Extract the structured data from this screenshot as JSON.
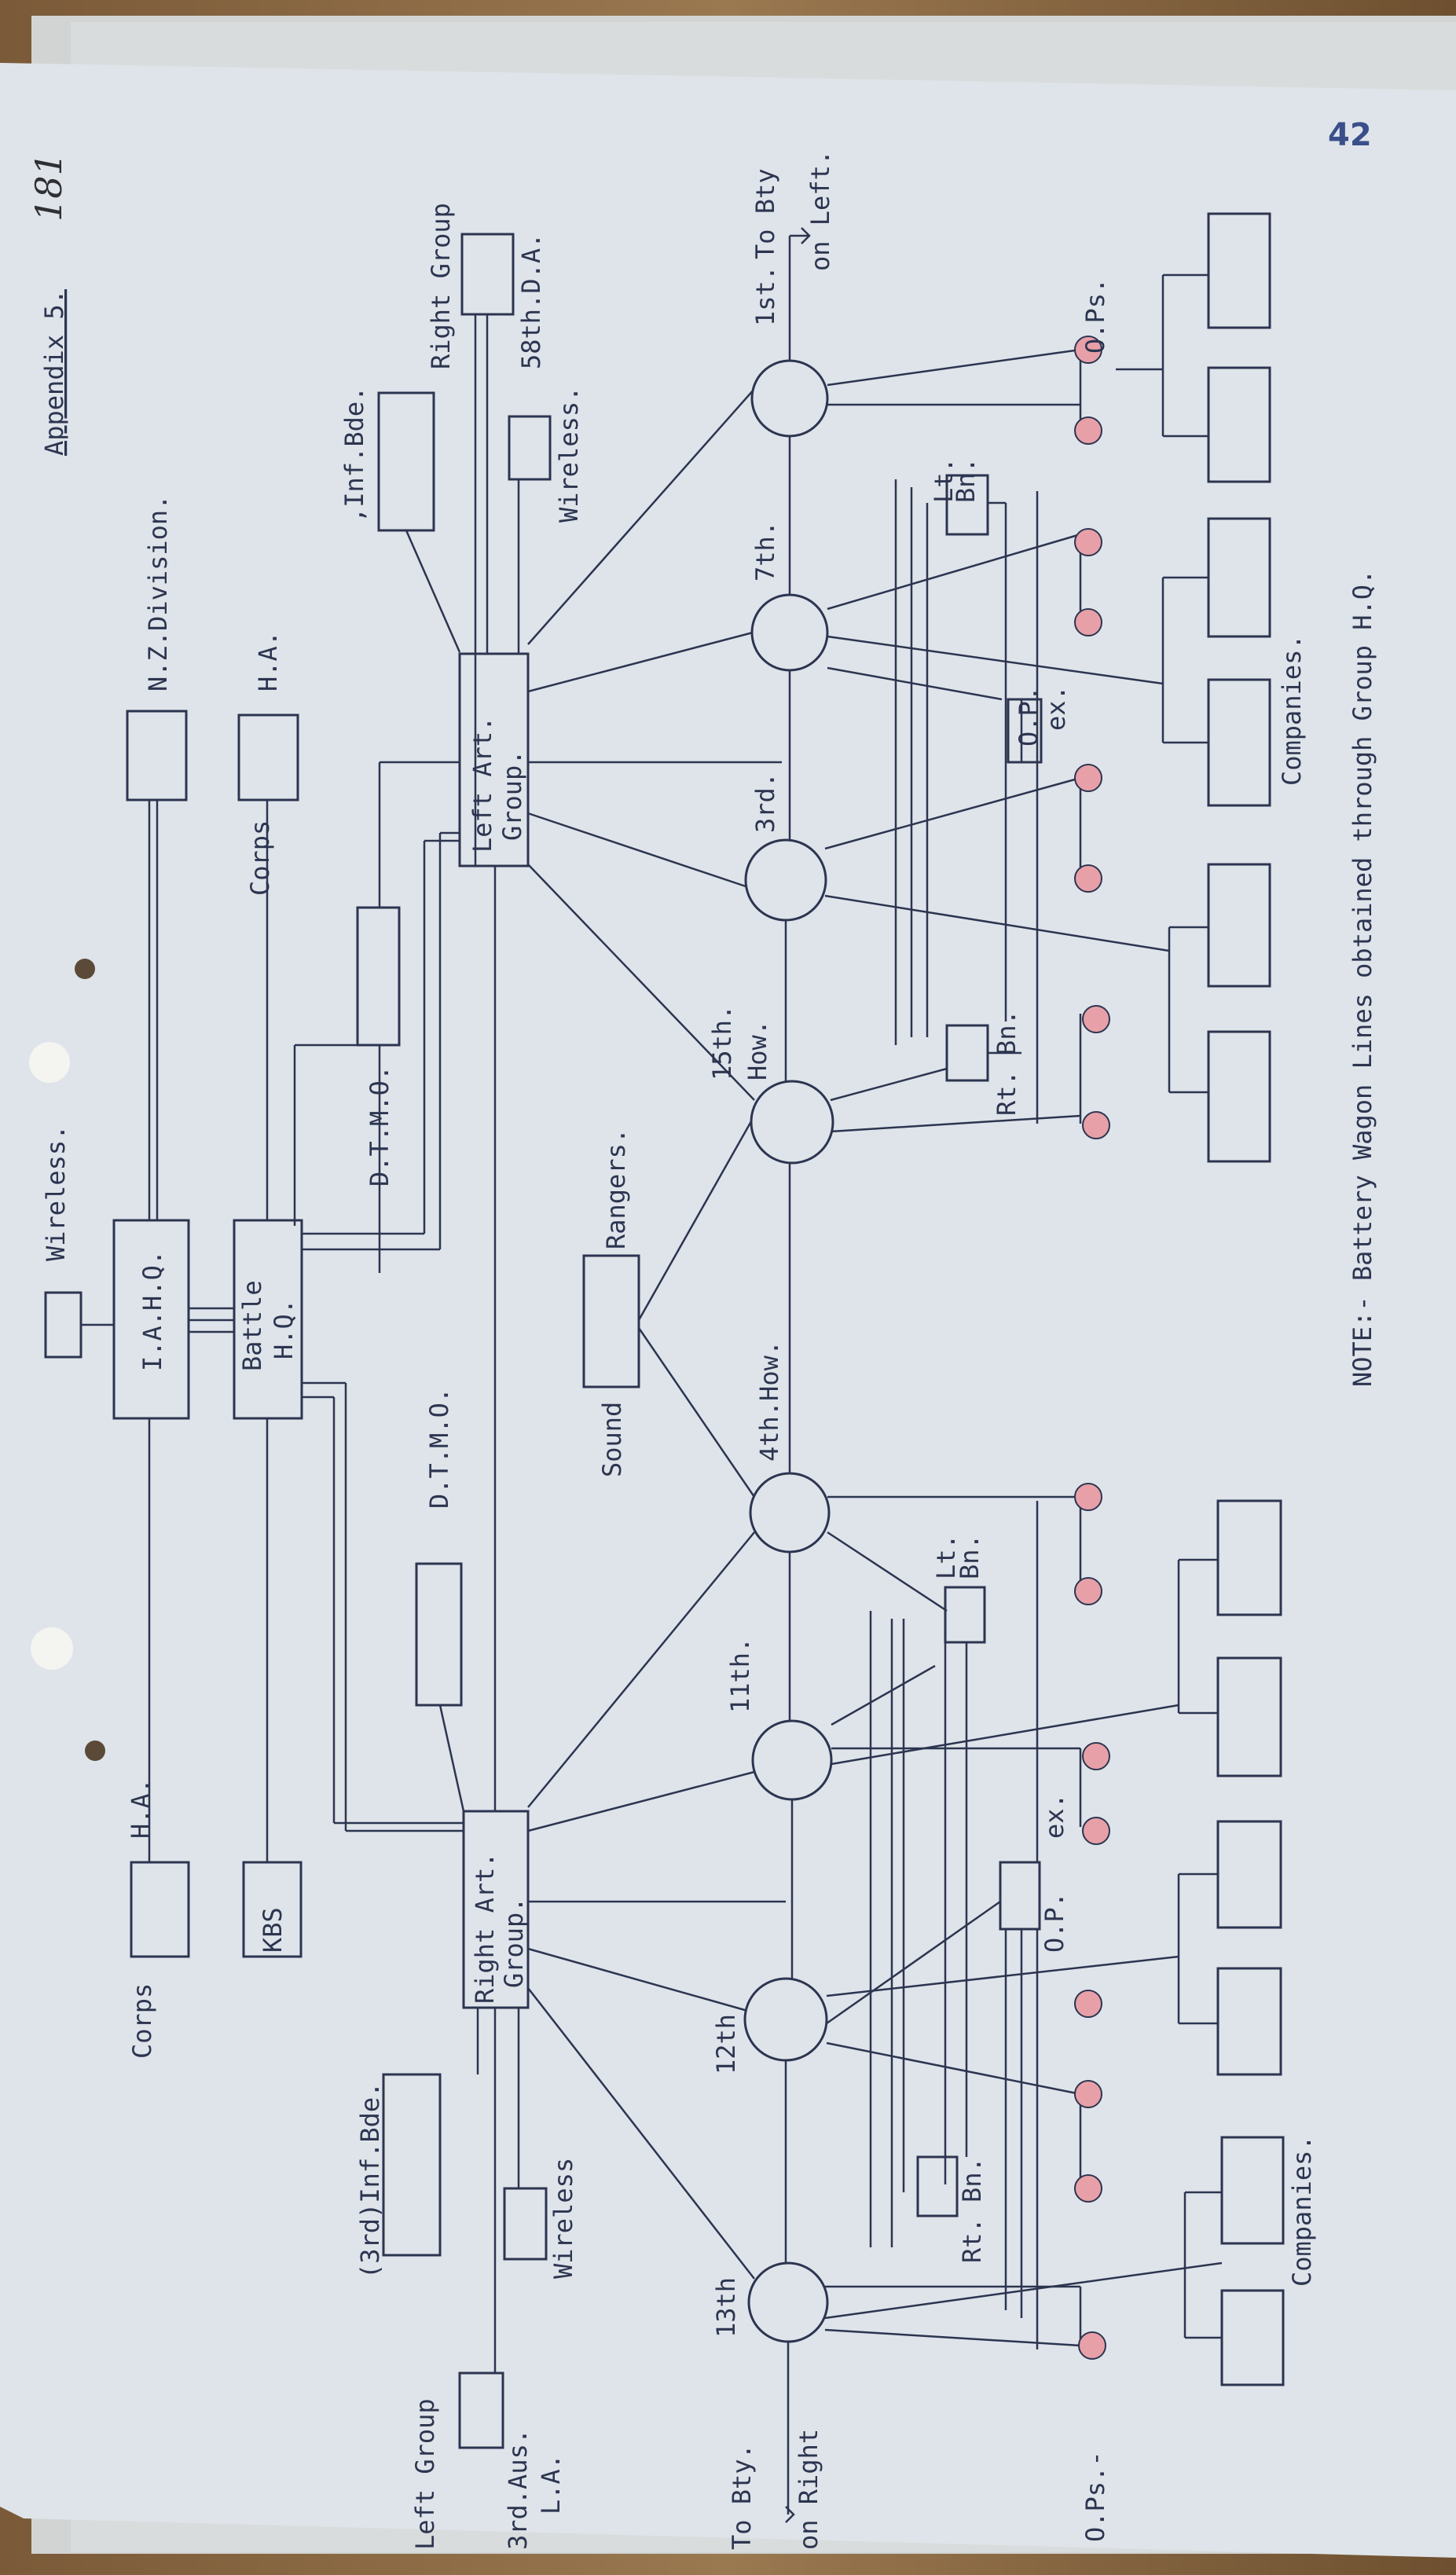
{
  "page_number": "42",
  "folio_handwritten": "181",
  "appendix_title": "Appendix 5.",
  "note": "NOTE:- Battery Wagon Lines obtained through Group H.Q.",
  "headquarters": {
    "division": "N.Z.Division.",
    "corps_ha_top": "H.A.",
    "corps_top": "Corps",
    "wireless": "Wireless.",
    "iahq": "I.A.H.Q.",
    "battle_hq_1": "Battle",
    "battle_hq_2": "H.Q.",
    "dtmo_upper": "D.T.M.O.",
    "dtmo_lower": "D.T.M.O.",
    "corps_ha_bottom": "H.A.",
    "corps_bottom": "Corps",
    "kbs": "KBS"
  },
  "groups": {
    "left_group_1": "Left Art.",
    "left_group_2": "Group.",
    "right_group_1": "Right Art.",
    "right_group_2": "Group.",
    "inf_bde_upper": ",Inf.Bde.",
    "right_group_label": "Right Group",
    "div_58": "58th.D.A.",
    "wireless_upper": "Wireless.",
    "inf_bde_lower": "(3rd)Inf.Bde.",
    "wireless_lower": "Wireless",
    "left_group_label": "Left Group",
    "aus_3rd_1": "3rd.Aus.",
    "aus_3rd_2": "L.A."
  },
  "rangers": {
    "rangers": "Rangers.",
    "sound": "Sound"
  },
  "batteries": {
    "b1st": "1st.",
    "to_left_1": "To Bty",
    "to_left_2": "on Left.",
    "b7th": "7th.",
    "b3rd": "3rd.",
    "b15th_1": "15th.",
    "b15th_2": "How.",
    "b4th": "4th.How.",
    "b11th": "11th.",
    "b12th": "12th",
    "b13th": "13th",
    "to_right_1": "To Bty.",
    "to_right_2": "on Right"
  },
  "infantry": {
    "lt_bn_upper_1": "Lt.",
    "lt_bn_upper_2": "Bn.",
    "rt_bn_upper": "Rt. Bn.",
    "lt_bn_lower_1": "Lt.",
    "lt_bn_lower_2": "Bn.",
    "rt_bn_lower": "Rt. Bn.",
    "op_ex_upper_1": "O.P.",
    "op_ex_upper_2": "ex.",
    "op_ex_lower_1": "O.P.",
    "op_ex_lower_2": "ex.",
    "ops_upper": "O.Ps.",
    "ops_lower": "O.Ps.-",
    "companies_upper": "Companies.",
    "companies_lower": "Companies."
  },
  "colors": {
    "paper": "#dfe4ea",
    "ink": "#2c3550",
    "op_marker": "#e8a0a8",
    "stamp": "#3a4f8a"
  }
}
